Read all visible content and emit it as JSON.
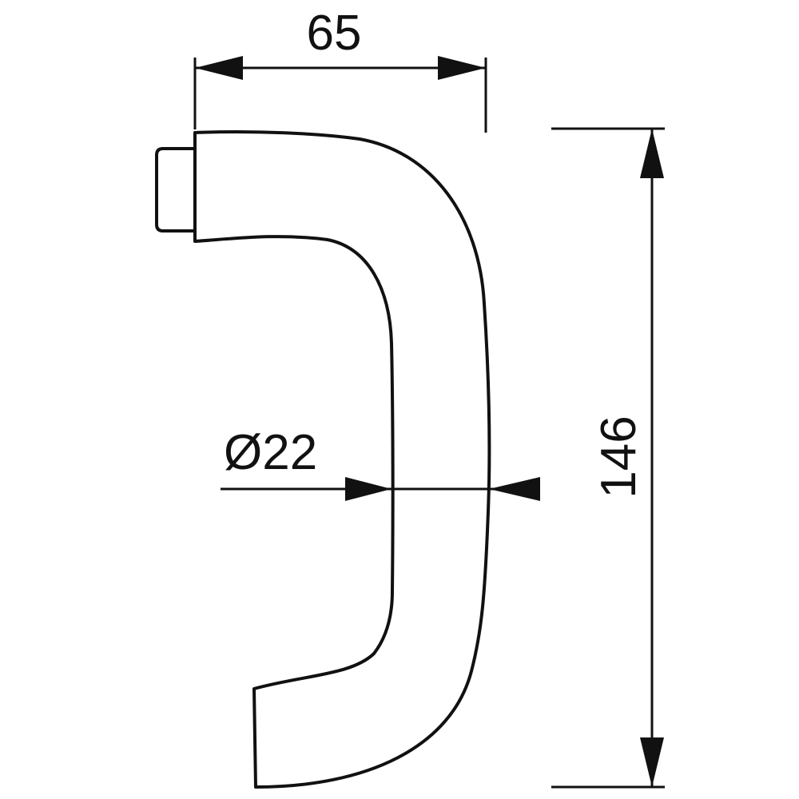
{
  "diagram": {
    "type": "technical-drawing",
    "subject": "door-lever-handle",
    "stroke_color": "#111111",
    "background_color": "#ffffff",
    "dimensions": {
      "width": {
        "label": "65"
      },
      "height": {
        "label": "146"
      },
      "grip_diameter": {
        "label": "Ø22"
      }
    }
  }
}
